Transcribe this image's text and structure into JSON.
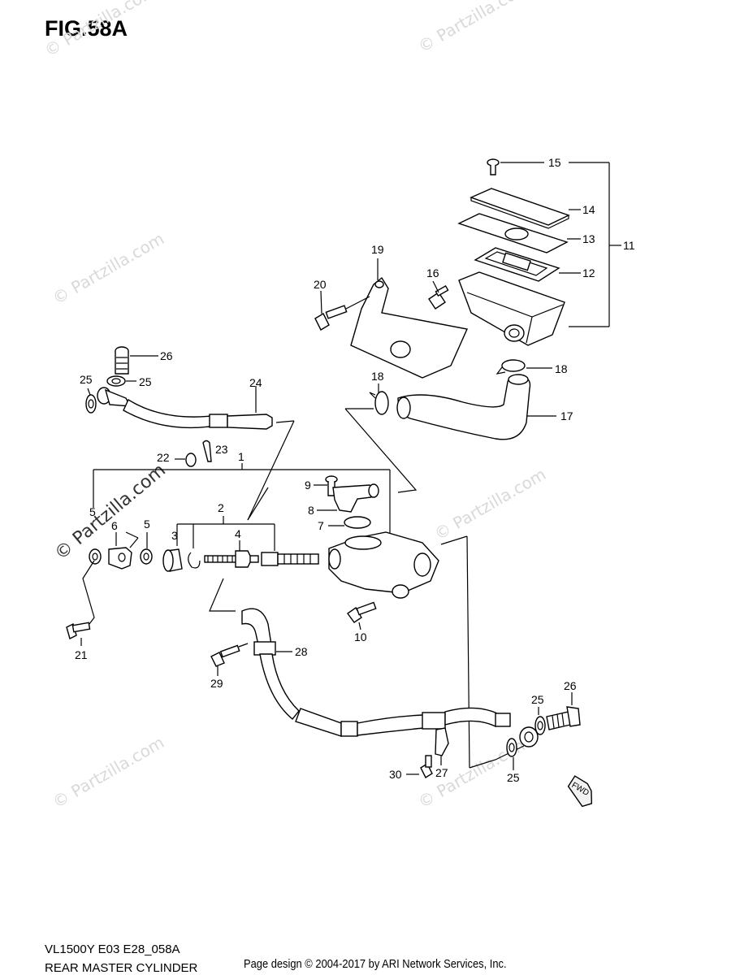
{
  "figure": {
    "title": "FIG.58A",
    "model_code": "VL1500Y E03 E28_058A",
    "section_name": "REAR MASTER CYLINDER",
    "page_credit": "Page design © 2004-2017 by ARI Network Services, Inc.",
    "fwd_mark": "FWD"
  },
  "watermark": {
    "text": "© Partzilla.com"
  },
  "callouts": {
    "c1": "1",
    "c2": "2",
    "c3": "3",
    "c4": "4",
    "c5a": "5",
    "c5b": "5",
    "c6": "6",
    "c7": "7",
    "c8": "8",
    "c9": "9",
    "c10": "10",
    "c11": "11",
    "c12": "12",
    "c13": "13",
    "c14": "14",
    "c15": "15",
    "c16": "16",
    "c17": "17",
    "c18a": "18",
    "c18b": "18",
    "c19": "19",
    "c20": "20",
    "c21": "21",
    "c22": "22",
    "c23": "23",
    "c24": "24",
    "c25a": "25",
    "c25b": "25",
    "c25c": "25",
    "c25d": "25",
    "c26a": "26",
    "c26b": "26",
    "c27": "27",
    "c28": "28",
    "c29": "29",
    "c30": "30"
  }
}
